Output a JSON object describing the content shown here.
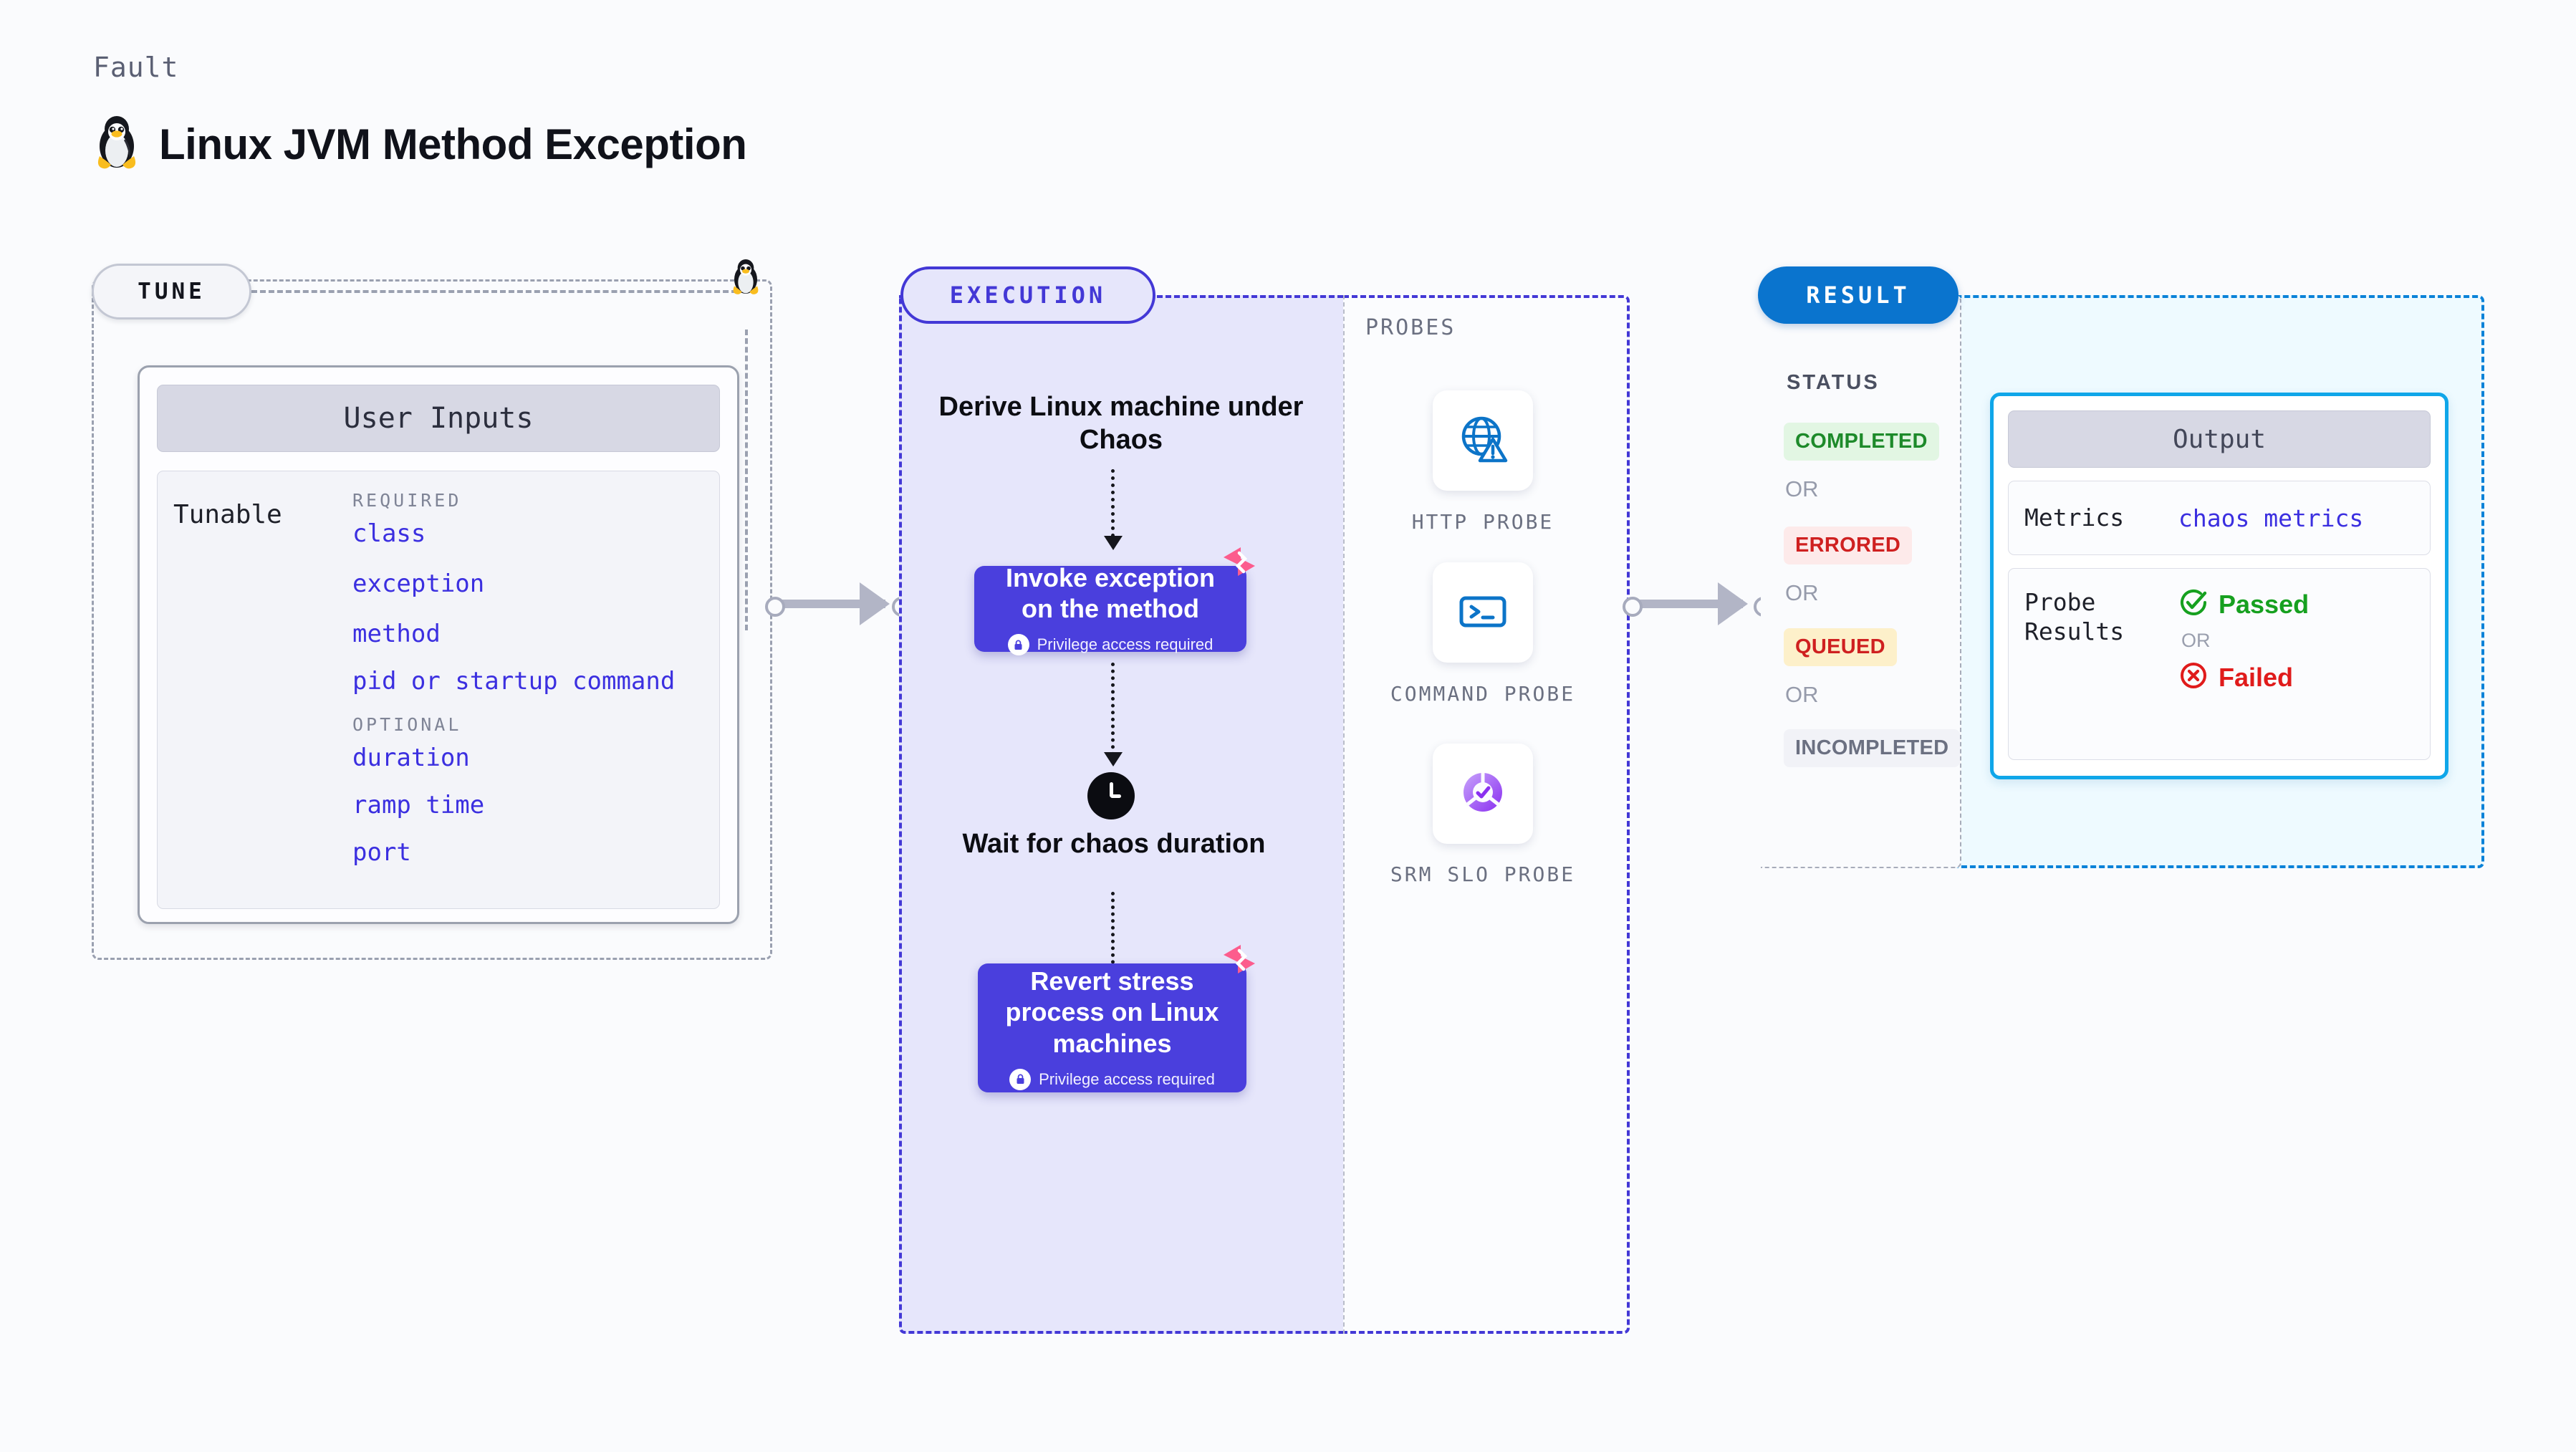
{
  "header": {
    "eyebrow": "Fault",
    "title": "Linux JVM Method Exception",
    "icon": "linux-penguin-icon"
  },
  "tune": {
    "pill_label": "TUNE",
    "card_title": "User Inputs",
    "tunable_label": "Tunable",
    "sections": [
      {
        "label": "REQUIRED",
        "items": [
          "class",
          "exception",
          "method",
          "pid or startup command"
        ]
      },
      {
        "label": "OPTIONAL",
        "items": [
          "duration",
          "ramp time",
          "port"
        ]
      }
    ]
  },
  "execution": {
    "pill_label": "EXECUTION",
    "step1_title": "Derive Linux machine under Chaos",
    "step2_title": "Invoke exception on the method",
    "step2_note": "Privilege access required",
    "step3_title": "Wait for chaos duration",
    "step4_title": "Revert stress process on Linux machines",
    "step4_note": "Privilege access required"
  },
  "probes": {
    "label": "PROBES",
    "items": [
      {
        "name": "HTTP  PROBE",
        "icon": "globe-warning-icon"
      },
      {
        "name": "COMMAND PROBE",
        "icon": "terminal-icon"
      },
      {
        "name": "SRM  SLO PROBE",
        "icon": "srm-slo-icon"
      }
    ]
  },
  "result": {
    "pill_label": "RESULT",
    "status_label": "STATUS",
    "or_label": "OR",
    "statuses": [
      {
        "label": "COMPLETED",
        "fg": "#1d8a2a",
        "bg": "#e2f6e3"
      },
      {
        "label": "ERRORED",
        "fg": "#cf2020",
        "bg": "#fdeaea"
      },
      {
        "label": "QUEUED",
        "fg": "#cf2020",
        "bg": "#fdf0ca"
      },
      {
        "label": "INCOMPLETED",
        "fg": "#6b7081",
        "bg": "#f1f2f7"
      }
    ],
    "output": {
      "title": "Output",
      "metrics_key": "Metrics",
      "metrics_value": "chaos metrics",
      "probe_key": "Probe Results",
      "passed": "Passed",
      "or_label": "OR",
      "failed": "Failed",
      "passed_color": "#16a01f",
      "failed_color": "#e01b1b"
    }
  },
  "colors": {
    "accent_purple": "#4338d6",
    "accent_blue": "#0a74ce",
    "accent_cyan": "#0fa6e9",
    "chaos_pink": "#fc5c8d"
  }
}
